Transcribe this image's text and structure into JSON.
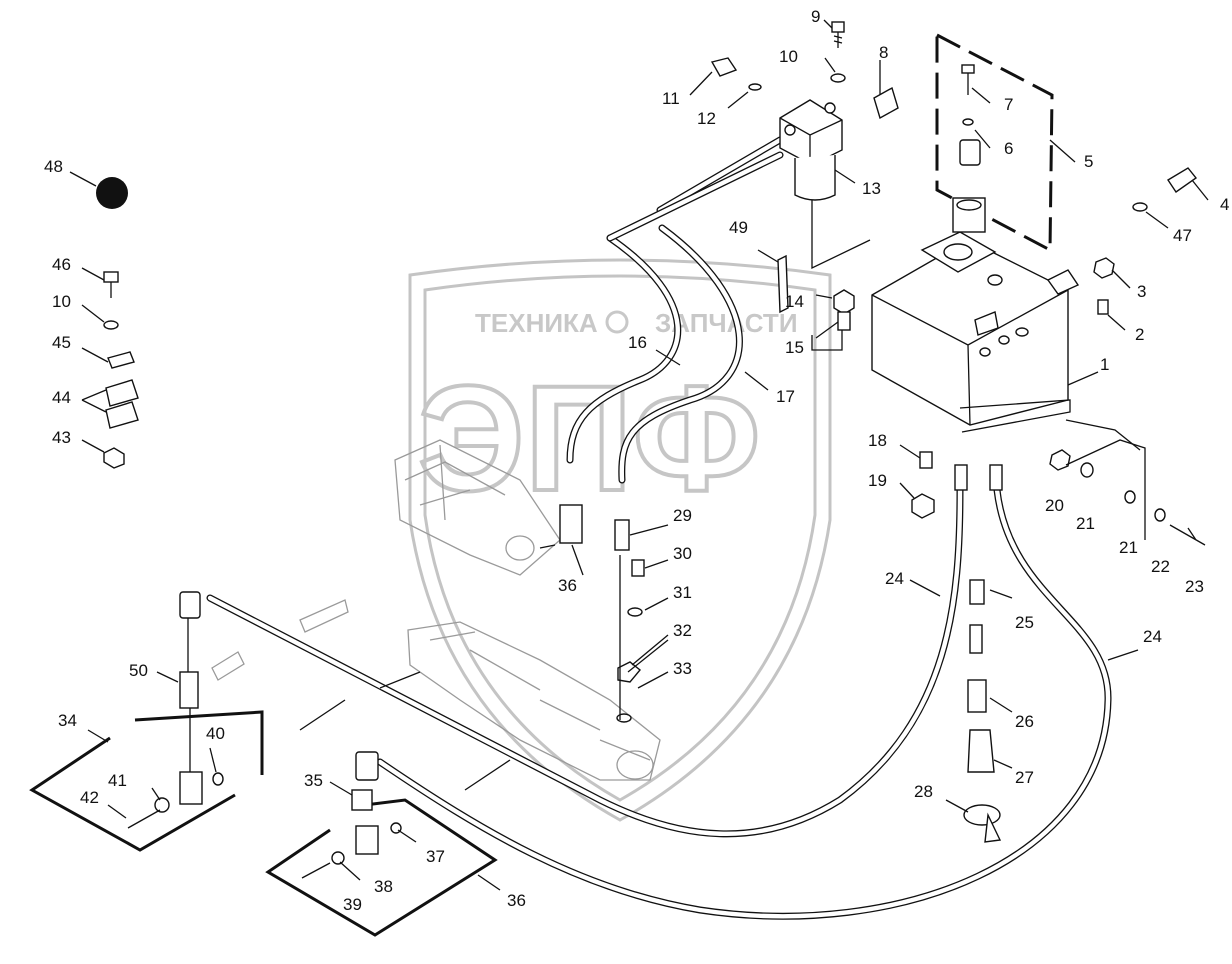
{
  "watermark": {
    "line1_left": "ТЕХНИКА",
    "line1_right": "ЗАПЧАСТИ",
    "logo": "ЭПФ"
  },
  "callouts": [
    {
      "id": "c1",
      "text": "1"
    },
    {
      "id": "c2",
      "text": "2"
    },
    {
      "id": "c3",
      "text": "3"
    },
    {
      "id": "c4",
      "text": "4"
    },
    {
      "id": "c5",
      "text": "5"
    },
    {
      "id": "c6",
      "text": "6"
    },
    {
      "id": "c7",
      "text": "7"
    },
    {
      "id": "c8",
      "text": "8"
    },
    {
      "id": "c9",
      "text": "9"
    },
    {
      "id": "c10a",
      "text": "10"
    },
    {
      "id": "c10b",
      "text": "10"
    },
    {
      "id": "c11",
      "text": "11"
    },
    {
      "id": "c12",
      "text": "12"
    },
    {
      "id": "c13",
      "text": "13"
    },
    {
      "id": "c14",
      "text": "14"
    },
    {
      "id": "c15",
      "text": "15"
    },
    {
      "id": "c16",
      "text": "16"
    },
    {
      "id": "c17",
      "text": "17"
    },
    {
      "id": "c18",
      "text": "18"
    },
    {
      "id": "c19",
      "text": "19"
    },
    {
      "id": "c20",
      "text": "20"
    },
    {
      "id": "c21a",
      "text": "21"
    },
    {
      "id": "c21b",
      "text": "21"
    },
    {
      "id": "c22",
      "text": "22"
    },
    {
      "id": "c23",
      "text": "23"
    },
    {
      "id": "c24a",
      "text": "24"
    },
    {
      "id": "c24b",
      "text": "24"
    },
    {
      "id": "c25",
      "text": "25"
    },
    {
      "id": "c26",
      "text": "26"
    },
    {
      "id": "c27",
      "text": "27"
    },
    {
      "id": "c28",
      "text": "28"
    },
    {
      "id": "c29",
      "text": "29"
    },
    {
      "id": "c30",
      "text": "30"
    },
    {
      "id": "c31",
      "text": "31"
    },
    {
      "id": "c32",
      "text": "32"
    },
    {
      "id": "c33",
      "text": "33"
    },
    {
      "id": "c34",
      "text": "34"
    },
    {
      "id": "c35",
      "text": "35"
    },
    {
      "id": "c36a",
      "text": "36"
    },
    {
      "id": "c36b",
      "text": "36"
    },
    {
      "id": "c37",
      "text": "37"
    },
    {
      "id": "c38",
      "text": "38"
    },
    {
      "id": "c39",
      "text": "39"
    },
    {
      "id": "c40",
      "text": "40"
    },
    {
      "id": "c41",
      "text": "41"
    },
    {
      "id": "c42",
      "text": "42"
    },
    {
      "id": "c43",
      "text": "43"
    },
    {
      "id": "c44",
      "text": "44"
    },
    {
      "id": "c45",
      "text": "45"
    },
    {
      "id": "c46",
      "text": "46"
    },
    {
      "id": "c47",
      "text": "47"
    },
    {
      "id": "c48",
      "text": "48"
    },
    {
      "id": "c49",
      "text": "49"
    },
    {
      "id": "c50",
      "text": "50"
    }
  ]
}
